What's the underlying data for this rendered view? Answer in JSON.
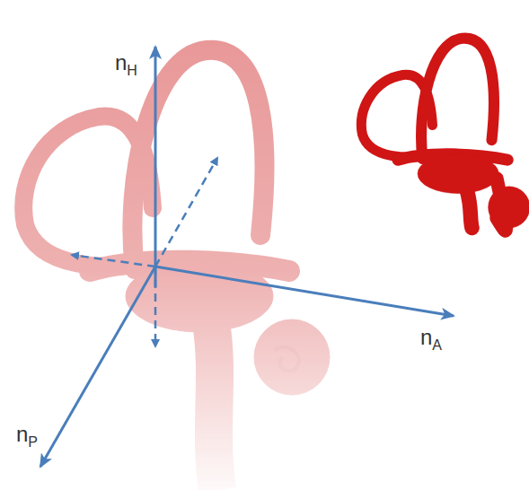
{
  "diagram": {
    "labels": [
      "nH",
      "nA",
      "nP"
    ]
  }
}
